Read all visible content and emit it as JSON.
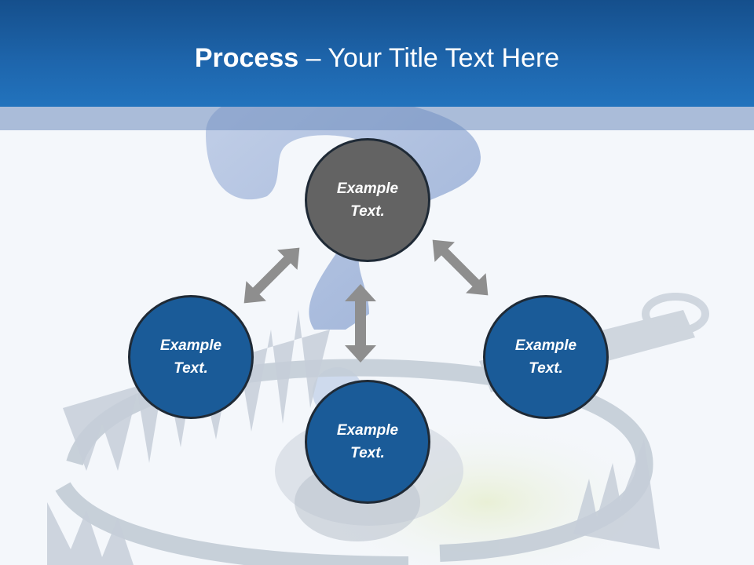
{
  "title": {
    "bold": "Process",
    "rest": " – Your Title Text Here"
  },
  "nodes": {
    "top": "Example Text.",
    "left": "Example Text.",
    "bottom": "Example Text.",
    "right": "Example Text."
  },
  "colors": {
    "header": "#1e66ad",
    "node_blue": "#1a5b98",
    "node_gray": "#636363",
    "arrow": "#8e8e8e"
  }
}
